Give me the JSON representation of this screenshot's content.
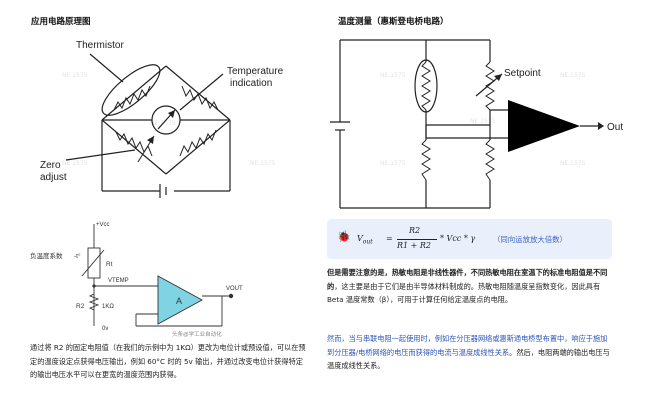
{
  "left_section": {
    "title": "应用电路原理图",
    "diagram": {
      "thermistor_label": "Thermistor",
      "temp_label_line1": "Temperature",
      "temp_label_line2": "indication",
      "zero_label_line1": "Zero",
      "zero_label_line2": "adjust"
    },
    "schematic": {
      "vcc": "+Vcc",
      "ntc_label": "负温度系数",
      "t_label": "-t°",
      "rt": "Rt",
      "vtemp": "VTEMP",
      "amp": "A",
      "vout": "VOUT",
      "r2": "R2",
      "r_value": "1KΩ",
      "zero_v": "0v",
      "watermark": "头条@学工业自动化"
    },
    "paragraph": "通过将 R2 的固定电阻值（在我们的示例中为 1KΩ）更改为电位计或预设值，可以在预定的温度设定点获得电压输出，例如 60°C 时的 5v 输出，并通过改变电位计获得特定的输出电压水平可以在更宽的温度范围内获得。"
  },
  "right_section": {
    "title": "温度测量（惠斯登电桥电路）",
    "diagram": {
      "setpoint_label": "Setpoint",
      "out_label": "Out"
    },
    "formula": {
      "lhs": "V",
      "lhs_sub": "out",
      "equals": "=",
      "numerator": "R2",
      "denominator": "R1 + R2",
      "rest": "* Vcc * γ",
      "note": "（同向运放放大倍数）"
    },
    "paragraph1_a": "但是需要注意的是，热敏电阻是非线性器件，不同热敏电阻在室温下的标准电阻值是不同的",
    "paragraph1_b": "，这主要是由于它们是由半导体材料制成的。热敏电阻随温度呈指数变化，因此具有 Beta 温度常数（β），可用于计算任何给定温度点的电阻。",
    "paragraph2_blue": "然而，当与串联电阻一起使用时，例如在分压器网络或惠斯通电桥型布置中，响应于施加到分压器/电桥网络的电压而获得的电流与温度成线性关系",
    "paragraph2_rest": "。然后，电阻两端的输出电压与温度成线性关系。"
  },
  "colors": {
    "accent_blue": "#2a55b8",
    "formula_bg": "#eaf0fb",
    "amp_fill": "#000000",
    "schematic_amp_fill": "#7fd4e4"
  },
  "watermark_text": "NE 1575"
}
